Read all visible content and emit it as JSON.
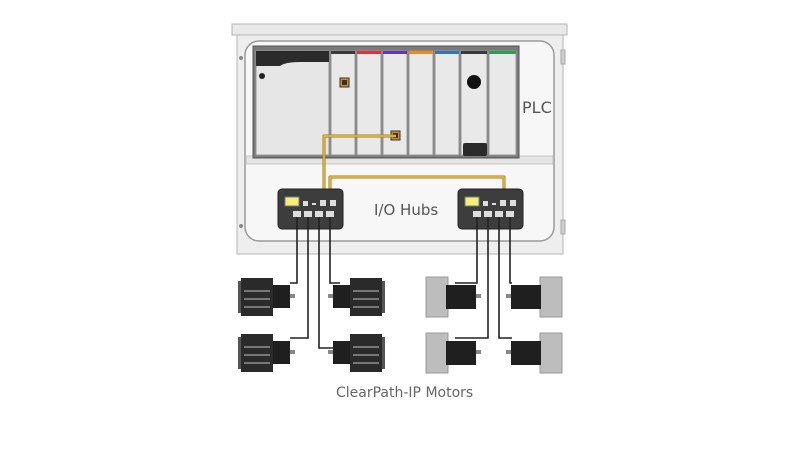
{
  "labels": {
    "plc": "PLC",
    "io_hubs": "I/O Hubs",
    "motors": "ClearPath-IP Motors"
  },
  "colors": {
    "enclosure": "#eeeeee",
    "panel_bg": "#f6f6f6",
    "module_light": "#e9e9e9",
    "hub_body": "#3d3d3d",
    "hub_display": "#f3ef7a",
    "cable": "#222222",
    "ethernet_cable": "#e8b020",
    "module_accents": [
      "#e52e36",
      "#5a3bb3",
      "#f08a1e",
      "#2e74c5",
      "#2aa055"
    ],
    "motor_dark": "#2a2a2a",
    "motor_fins_light": "#b9b9b9"
  },
  "icons": [
    "enclosure-icon",
    "plc-rack-icon",
    "io-hub-icon",
    "motor-icon",
    "cable-icon"
  ]
}
